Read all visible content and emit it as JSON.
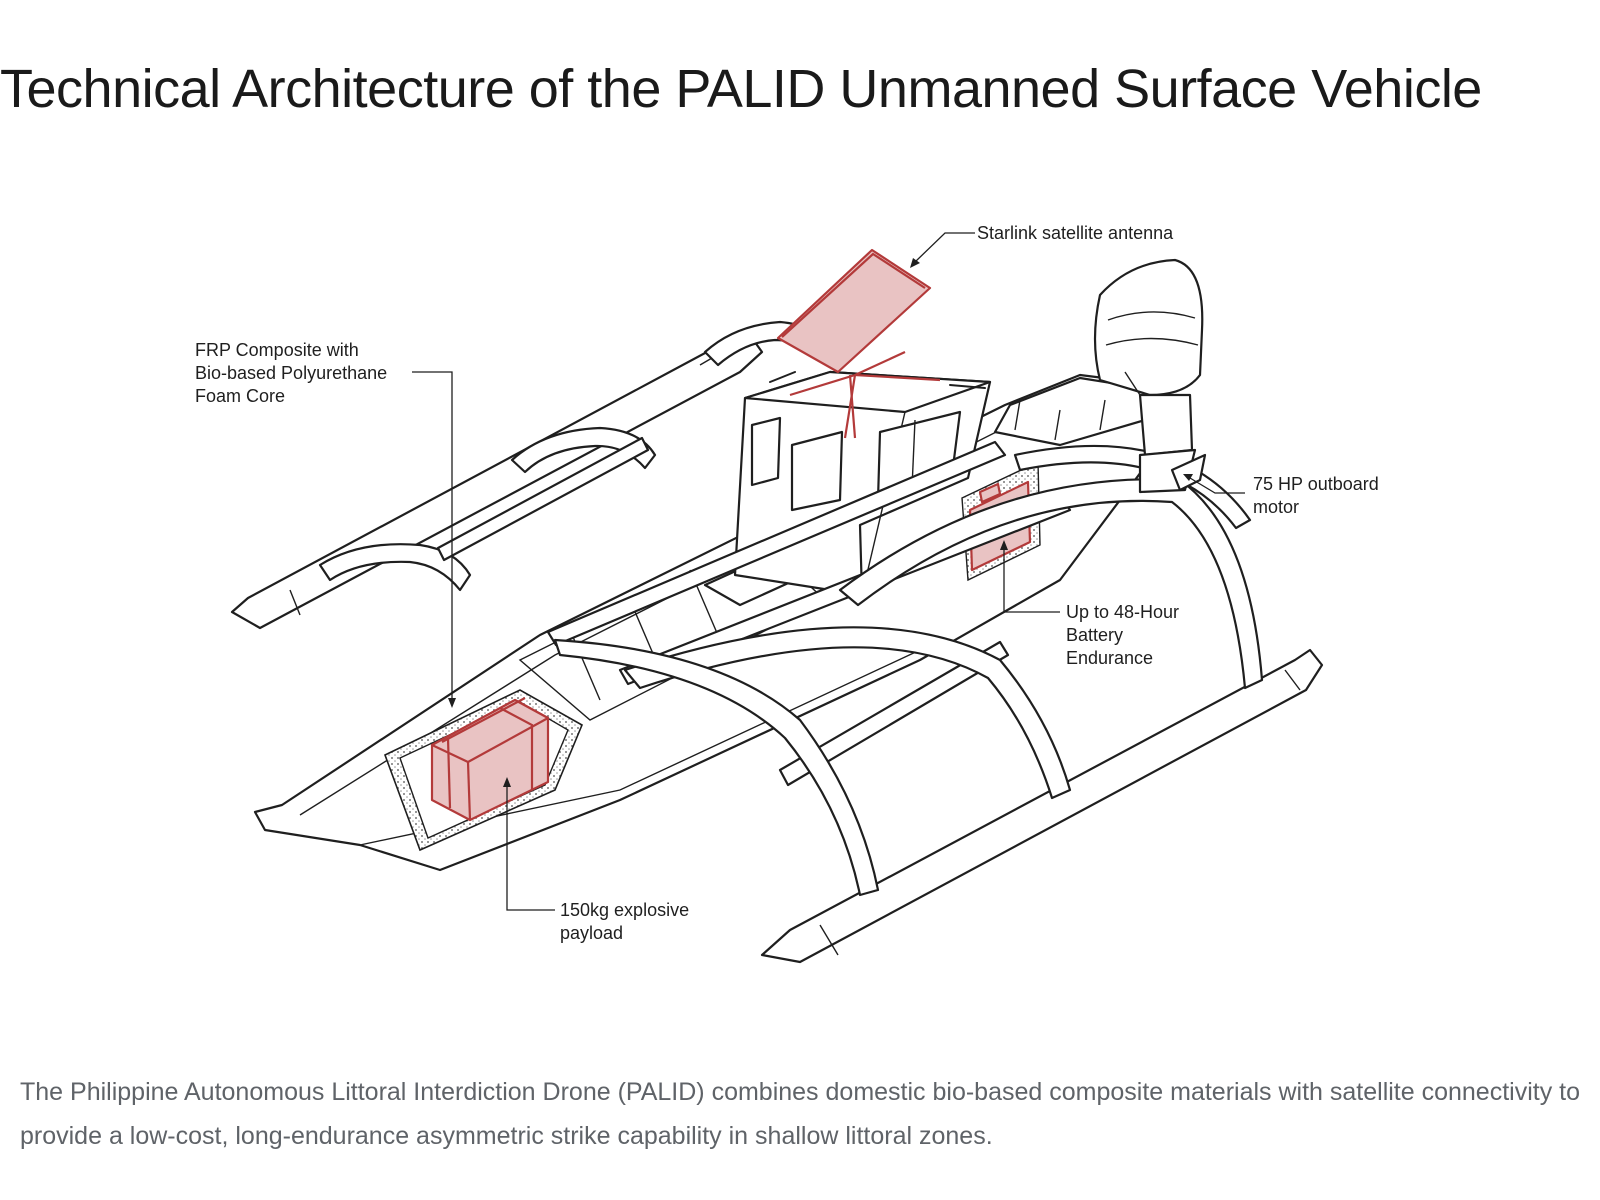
{
  "title": "Technical Architecture of the PALID Unmanned Surface Vehicle",
  "callouts": {
    "starlink": "Starlink satellite antenna",
    "frp": [
      "FRP Composite with",
      "Bio-based Polyurethane",
      "Foam Core"
    ],
    "motor": [
      "75 HP outboard",
      "motor"
    ],
    "battery": [
      "Up to 48-Hour",
      "Battery",
      "Endurance"
    ],
    "payload": [
      "150kg explosive",
      "payload"
    ]
  },
  "caption": "The Philippine Autonomous Littoral Interdiction Drone (PALID) combines domestic bio-based composite materials with satellite connectivity to provide a low-cost, long-endurance asymmetric strike capability in shallow littoral zones.",
  "colors": {
    "highlight_fill": "#e9c3c3",
    "highlight_stroke": "#b33a3a",
    "line": "#1f1f1f",
    "caption_text": "#5f6368"
  },
  "icons": {
    "antenna": "starlink-dish-icon",
    "motor": "outboard-motor-icon",
    "battery": "battery-pack-icon",
    "payload": "payload-crate-icon"
  }
}
